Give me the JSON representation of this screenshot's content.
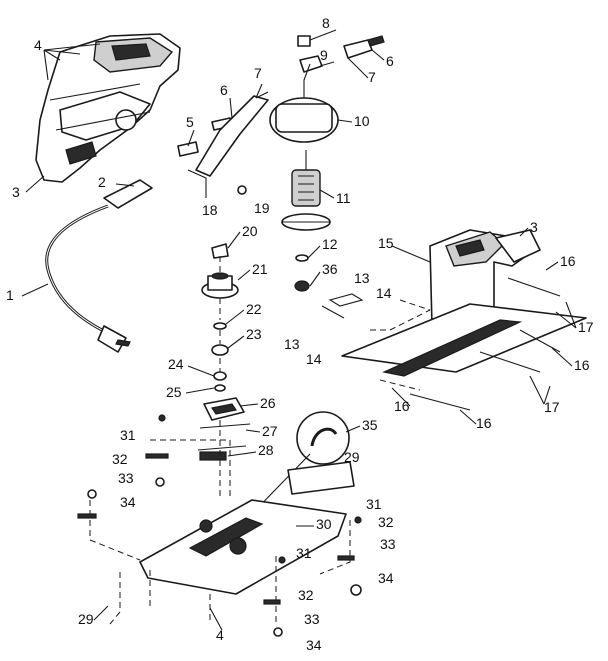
{
  "diagram": {
    "callouts": [
      {
        "id": "c4a",
        "text": "4"
      },
      {
        "id": "c3a",
        "text": "3"
      },
      {
        "id": "c2",
        "text": "2"
      },
      {
        "id": "c1",
        "text": "1"
      },
      {
        "id": "c6a",
        "text": "6"
      },
      {
        "id": "c7a",
        "text": "7"
      },
      {
        "id": "c5",
        "text": "5"
      },
      {
        "id": "c18",
        "text": "18"
      },
      {
        "id": "c19",
        "text": "19"
      },
      {
        "id": "c8",
        "text": "8"
      },
      {
        "id": "c9",
        "text": "9"
      },
      {
        "id": "c6b",
        "text": "6"
      },
      {
        "id": "c7b",
        "text": "7"
      },
      {
        "id": "c10",
        "text": "10"
      },
      {
        "id": "c11",
        "text": "11"
      },
      {
        "id": "c12",
        "text": "12"
      },
      {
        "id": "c36",
        "text": "36"
      },
      {
        "id": "c13a",
        "text": "13"
      },
      {
        "id": "c14a",
        "text": "14"
      },
      {
        "id": "c20",
        "text": "20"
      },
      {
        "id": "c21",
        "text": "21"
      },
      {
        "id": "c22",
        "text": "22"
      },
      {
        "id": "c23",
        "text": "23"
      },
      {
        "id": "c24",
        "text": "24"
      },
      {
        "id": "c25",
        "text": "25"
      },
      {
        "id": "c26",
        "text": "26"
      },
      {
        "id": "c13b",
        "text": "13"
      },
      {
        "id": "c14b",
        "text": "14"
      },
      {
        "id": "c27",
        "text": "27"
      },
      {
        "id": "c28",
        "text": "28"
      },
      {
        "id": "c35",
        "text": "35"
      },
      {
        "id": "c29a",
        "text": "29"
      },
      {
        "id": "c31a",
        "text": "31"
      },
      {
        "id": "c32a",
        "text": "32"
      },
      {
        "id": "c33a",
        "text": "33"
      },
      {
        "id": "c34a",
        "text": "34"
      },
      {
        "id": "c30",
        "text": "30"
      },
      {
        "id": "c31b",
        "text": "31"
      },
      {
        "id": "c32b",
        "text": "32"
      },
      {
        "id": "c33b",
        "text": "33"
      },
      {
        "id": "c34b",
        "text": "34"
      },
      {
        "id": "c31c",
        "text": "31"
      },
      {
        "id": "c32c",
        "text": "32"
      },
      {
        "id": "c33c",
        "text": "33"
      },
      {
        "id": "c34c",
        "text": "34"
      },
      {
        "id": "c29b",
        "text": "29"
      },
      {
        "id": "c4b",
        "text": "4"
      },
      {
        "id": "c15",
        "text": "15"
      },
      {
        "id": "c3b",
        "text": "3"
      },
      {
        "id": "c16a",
        "text": "16"
      },
      {
        "id": "c17a",
        "text": "17"
      },
      {
        "id": "c16b",
        "text": "16"
      },
      {
        "id": "c16c",
        "text": "16"
      },
      {
        "id": "c17b",
        "text": "17"
      },
      {
        "id": "c16d",
        "text": "16"
      }
    ]
  }
}
